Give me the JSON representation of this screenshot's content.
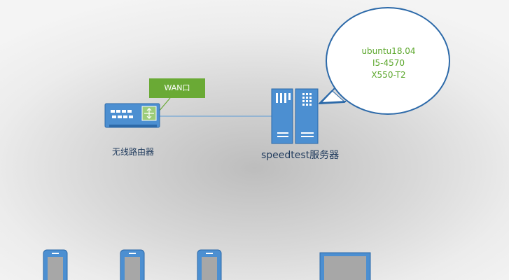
{
  "wan_label": "WAN口",
  "router_label": "无线路由器",
  "server_label": "speedtest服务器",
  "server_specs": [
    "ubuntu18.04",
    "I5-4570",
    "X550-T2"
  ],
  "colors": {
    "device_blue": "#4c8fd1",
    "device_dark": "#2d6aa9",
    "wan_green": "#6aaa35",
    "spec_text_green": "#5aa62a",
    "bubble_border": "#2d6aa9",
    "link_line": "#5b9bd5",
    "label_text": "#1f3a5c"
  },
  "client_devices": [
    {
      "type": "phone-icon"
    },
    {
      "type": "phone-icon"
    },
    {
      "type": "phone-icon"
    },
    {
      "type": "laptop-icon"
    }
  ]
}
